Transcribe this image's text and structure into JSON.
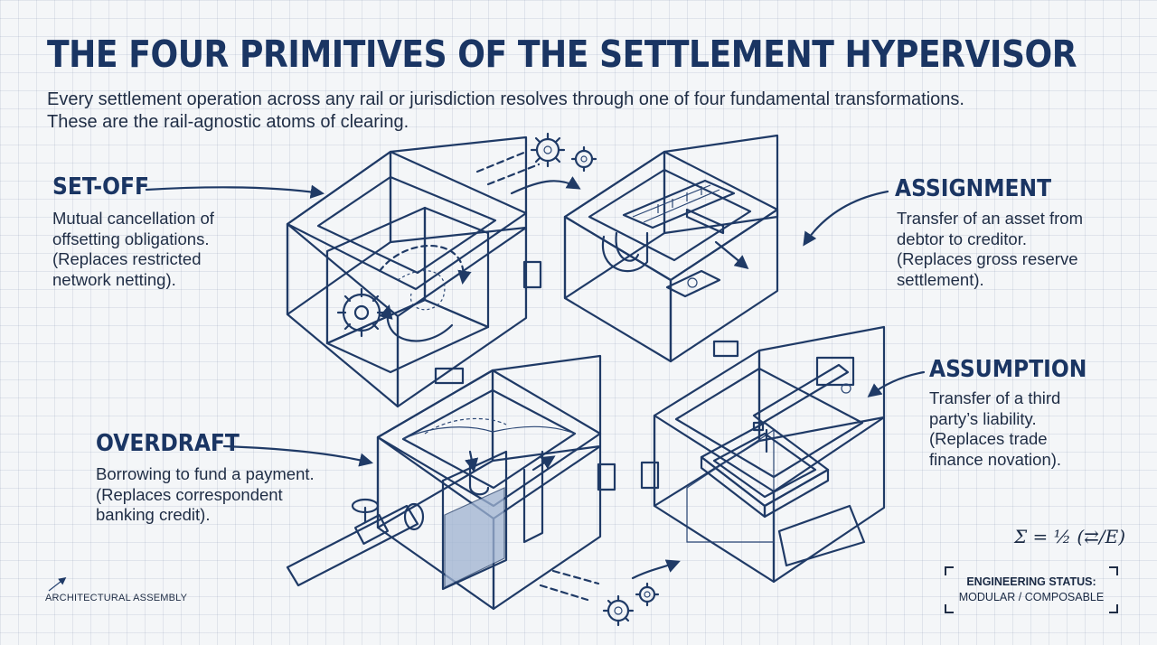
{
  "header": {
    "title": "THE FOUR PRIMITIVES OF THE SETTLEMENT HYPERVISOR",
    "subtitle_lines": [
      "Every settlement operation across any rail or jurisdiction resolves through one of four fundamental transformations.",
      "These are the rail-agnostic atoms of clearing."
    ]
  },
  "primitives": {
    "setoff": {
      "title": "SET-OFF",
      "lines": [
        "Mutual cancellation of",
        "offsetting obligations.",
        "(Replaces restricted",
        "network netting)."
      ]
    },
    "assignment": {
      "title": "ASSIGNMENT",
      "lines": [
        "Transfer of an asset from",
        "debtor to creditor.",
        "(Replaces gross reserve",
        "settlement)."
      ]
    },
    "overdraft": {
      "title": "OVERDRAFT",
      "lines": [
        "Borrowing to fund a payment.",
        "(Replaces correspondent",
        "banking credit)."
      ]
    },
    "assumption": {
      "title": "ASSUMPTION",
      "lines": [
        "Transfer of a third",
        "party’s liability.",
        "(Replaces trade",
        "finance novation)."
      ]
    }
  },
  "footer": {
    "left_label": "ARCHITECTURAL ASSEMBLY",
    "formula": "Σ = ½ (⇄/E)",
    "status_label": "ENGINEERING STATUS:",
    "status_value": "MODULAR / COMPOSABLE"
  },
  "colors": {
    "ink": "#1f3a66",
    "title": "#1a3563",
    "text": "#1f2d45",
    "background": "#f4f6f8",
    "grid": "#8c9cb4"
  },
  "icons": [
    "gear-icon",
    "arrow-icon",
    "valve-icon",
    "cash-icon"
  ]
}
